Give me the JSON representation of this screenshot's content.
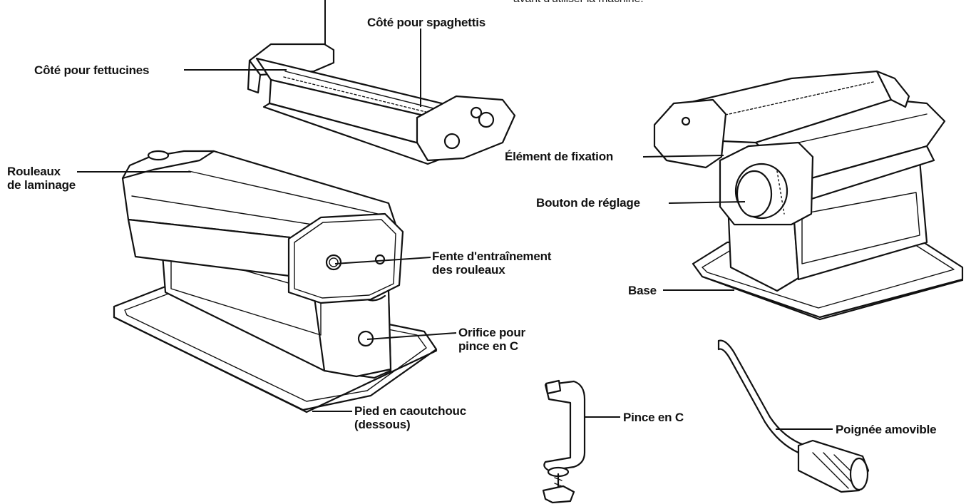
{
  "diagram": {
    "top_note": "avant d'utiliser la machine.",
    "labels": {
      "spaghetti_side": "Côté pour spaghettis",
      "fettuccine_side": "Côté pour fettucines",
      "rollers": [
        "Rouleaux",
        "de laminage"
      ],
      "roller_drive_slot": [
        "Fente d'entraînement",
        "des rouleaux"
      ],
      "c_clamp_hole": [
        "Orifice pour",
        "pince en C"
      ],
      "rubber_foot": [
        "Pied en caoutchouc",
        "(dessous)"
      ],
      "fastener": "Élément de fixation",
      "adjustment_knob": "Bouton de réglage",
      "base": "Base",
      "c_clamp": "Pince en C",
      "removable_handle": "Poignée amovible"
    }
  }
}
